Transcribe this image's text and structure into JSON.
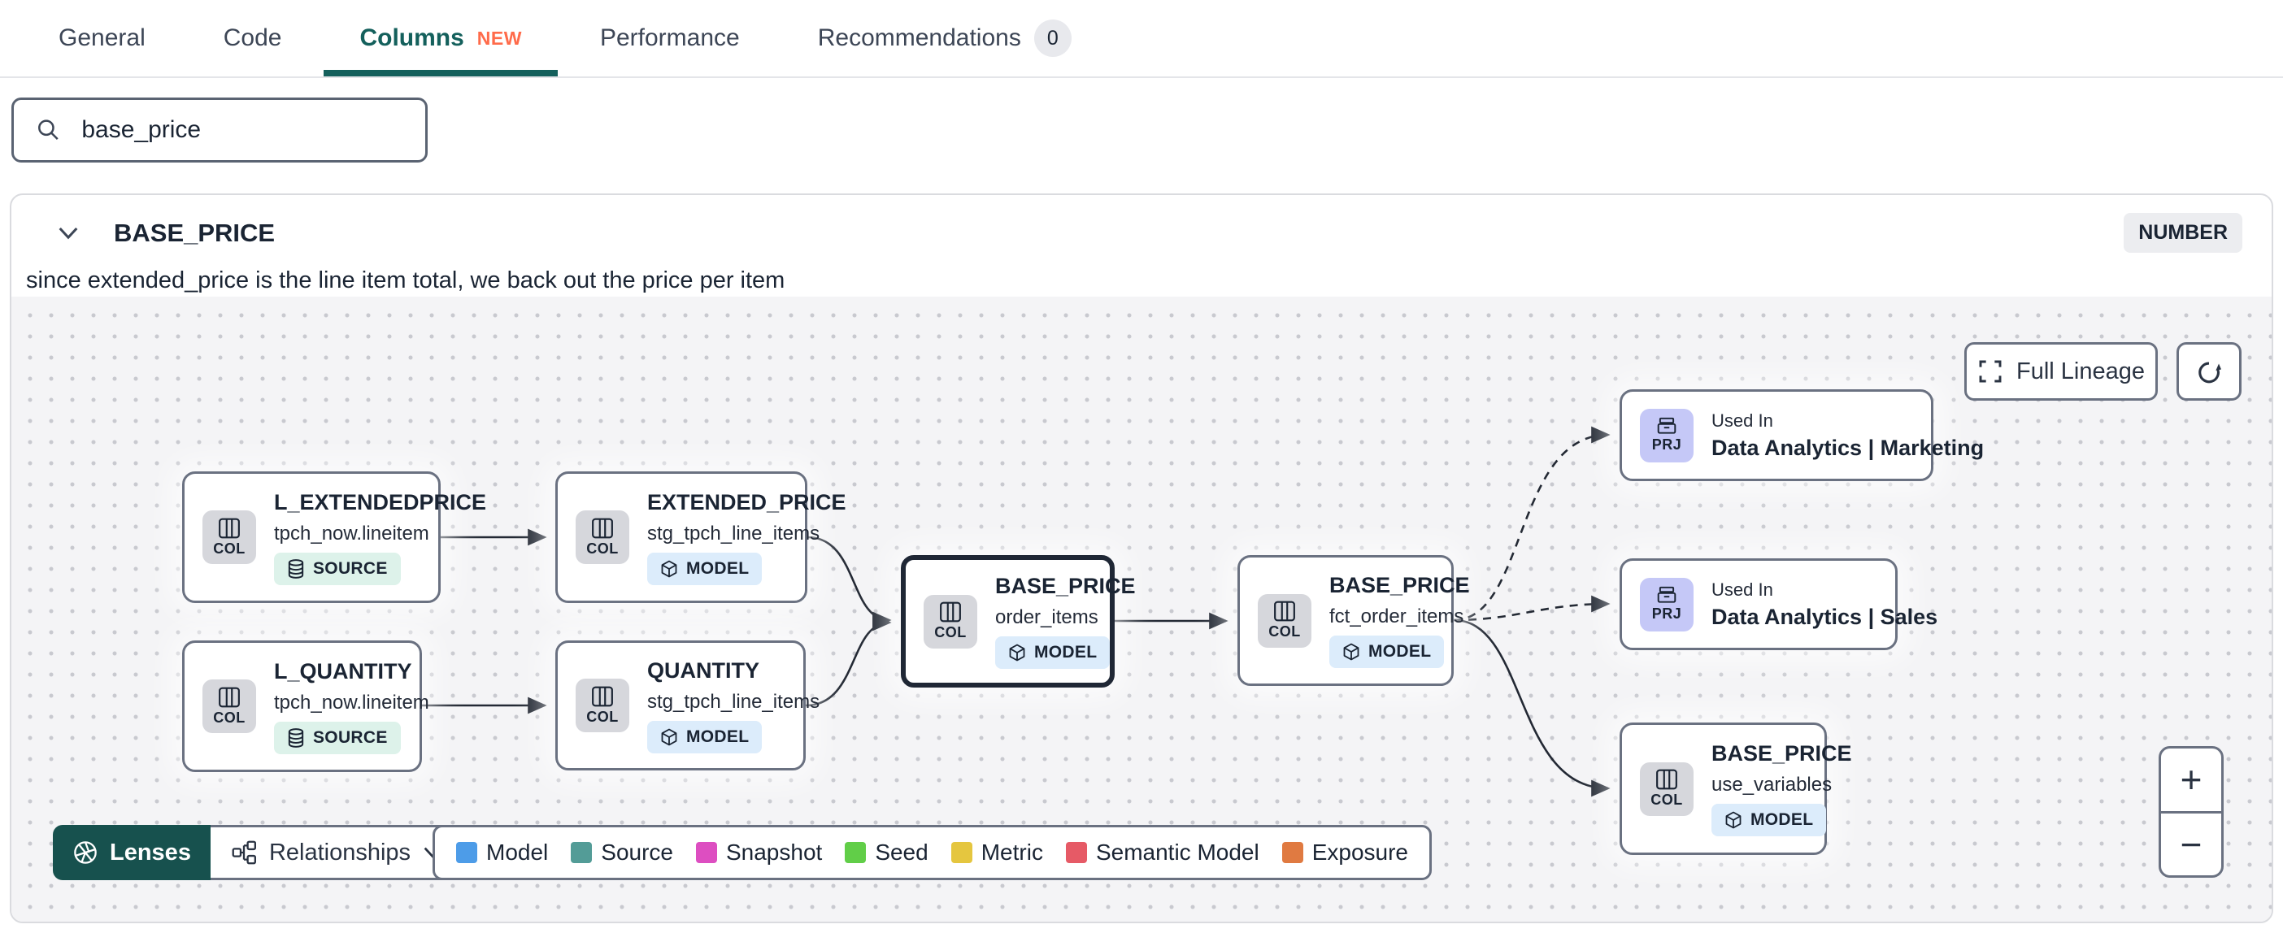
{
  "tabs": {
    "items": [
      {
        "label": "General"
      },
      {
        "label": "Code"
      },
      {
        "label": "Columns",
        "new_badge": "NEW"
      },
      {
        "label": "Performance"
      },
      {
        "label": "Recommendations",
        "count": "0"
      }
    ]
  },
  "search": {
    "value": "base_price"
  },
  "column_panel": {
    "name": "BASE_PRICE",
    "data_type": "NUMBER",
    "description": "since extended_price is the line item total, we back out the price per item"
  },
  "lineage": {
    "full_lineage_button": "Full Lineage",
    "zoom_in": "+",
    "zoom_out": "−",
    "lenses_button": "Lenses",
    "relationships_dropdown": "Relationships",
    "legend": {
      "items": [
        {
          "label": "Model",
          "color": "#4d9ce8"
        },
        {
          "label": "Source",
          "color": "#539c97"
        },
        {
          "label": "Snapshot",
          "color": "#dd4ec1"
        },
        {
          "label": "Seed",
          "color": "#61ce48"
        },
        {
          "label": "Metric",
          "color": "#e5c63f"
        },
        {
          "label": "Semantic Model",
          "color": "#e65a66"
        },
        {
          "label": "Exposure",
          "color": "#e07a41"
        }
      ]
    },
    "nodes": [
      {
        "chip": "COL",
        "title": "L_EXTENDEDPRICE",
        "subtitle": "tpch_now.lineitem",
        "badge": "SOURCE"
      },
      {
        "chip": "COL",
        "title": "EXTENDED_PRICE",
        "subtitle": "stg_tpch_line_items",
        "badge": "MODEL"
      },
      {
        "chip": "COL",
        "title": "L_QUANTITY",
        "subtitle": "tpch_now.lineitem",
        "badge": "SOURCE"
      },
      {
        "chip": "COL",
        "title": "QUANTITY",
        "subtitle": "stg_tpch_line_items",
        "badge": "MODEL"
      },
      {
        "chip": "COL",
        "title": "BASE_PRICE",
        "subtitle": "order_items",
        "badge": "MODEL"
      },
      {
        "chip": "COL",
        "title": "BASE_PRICE",
        "subtitle": "fct_order_items",
        "badge": "MODEL"
      },
      {
        "chip": "PRJ",
        "kicker": "Used In",
        "title": "Data Analytics | Marketing"
      },
      {
        "chip": "PRJ",
        "kicker": "Used In",
        "title": "Data Analytics | Sales"
      },
      {
        "chip": "COL",
        "title": "BASE_PRICE",
        "subtitle": "use_variables",
        "badge": "MODEL"
      }
    ]
  }
}
